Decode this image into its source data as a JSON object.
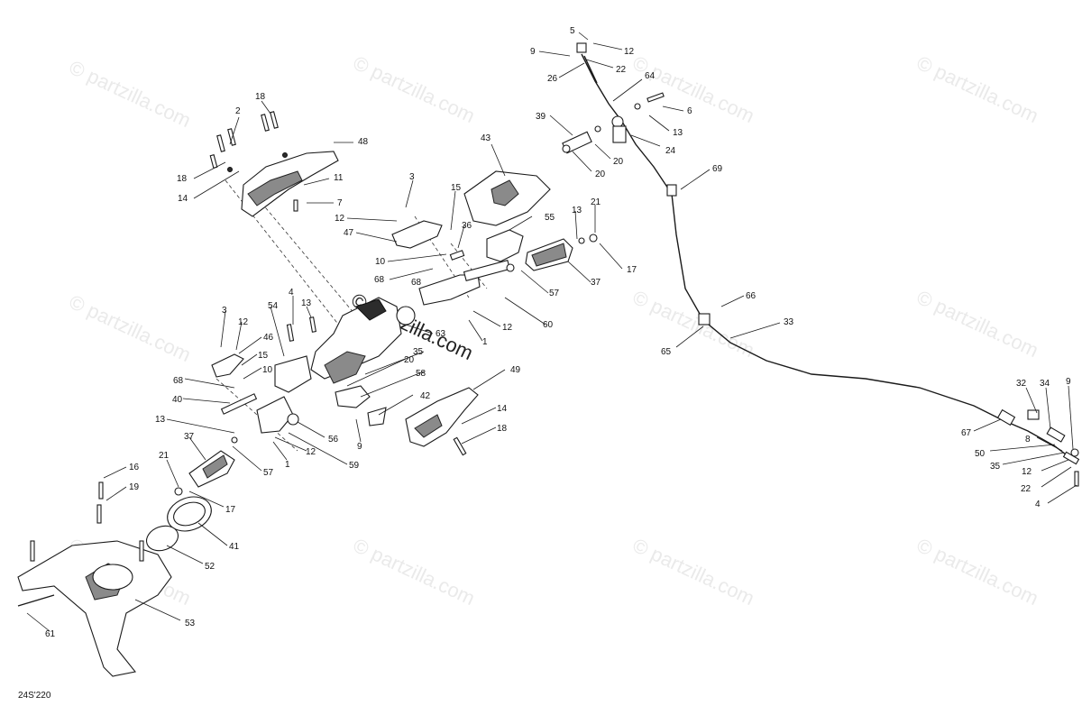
{
  "diagram_code": "24S'220",
  "watermark_text": "© partzilla.com",
  "colors": {
    "line": "#1a1a1a",
    "watermark": "#d9d9d9",
    "background": "#ffffff"
  },
  "callouts": [
    {
      "id": "c1",
      "label": "5"
    },
    {
      "id": "c2",
      "label": "12"
    },
    {
      "id": "c3",
      "label": "9"
    },
    {
      "id": "c4",
      "label": "22"
    },
    {
      "id": "c5",
      "label": "26"
    },
    {
      "id": "c6",
      "label": "64"
    },
    {
      "id": "c7",
      "label": "6"
    },
    {
      "id": "c8",
      "label": "39"
    },
    {
      "id": "c9",
      "label": "13"
    },
    {
      "id": "c10",
      "label": "24"
    },
    {
      "id": "c11",
      "label": "20"
    },
    {
      "id": "c12",
      "label": "20"
    },
    {
      "id": "c13",
      "label": "69"
    },
    {
      "id": "c14",
      "label": "43"
    },
    {
      "id": "c15",
      "label": "18"
    },
    {
      "id": "c16",
      "label": "2"
    },
    {
      "id": "c17",
      "label": "48"
    },
    {
      "id": "c18",
      "label": "18"
    },
    {
      "id": "c19",
      "label": "14"
    },
    {
      "id": "c20",
      "label": "11"
    },
    {
      "id": "c21",
      "label": "7"
    },
    {
      "id": "c22",
      "label": "3"
    },
    {
      "id": "c23",
      "label": "15"
    },
    {
      "id": "c24",
      "label": "12"
    },
    {
      "id": "c25",
      "label": "47"
    },
    {
      "id": "c26",
      "label": "36"
    },
    {
      "id": "c27",
      "label": "10"
    },
    {
      "id": "c28",
      "label": "68"
    },
    {
      "id": "c29",
      "label": "55"
    },
    {
      "id": "c30",
      "label": "13"
    },
    {
      "id": "c31",
      "label": "21"
    },
    {
      "id": "c32",
      "label": "17"
    },
    {
      "id": "c33",
      "label": "68"
    },
    {
      "id": "c34",
      "label": "57"
    },
    {
      "id": "c35",
      "label": "37"
    },
    {
      "id": "c36",
      "label": "12"
    },
    {
      "id": "c37",
      "label": "60"
    },
    {
      "id": "c38",
      "label": "1"
    },
    {
      "id": "c39",
      "label": "63"
    },
    {
      "id": "c40",
      "label": "66"
    },
    {
      "id": "c41",
      "label": "33"
    },
    {
      "id": "c42",
      "label": "65"
    },
    {
      "id": "c43",
      "label": "4"
    },
    {
      "id": "c44",
      "label": "13"
    },
    {
      "id": "c45",
      "label": "54"
    },
    {
      "id": "c46",
      "label": "3"
    },
    {
      "id": "c47",
      "label": "12"
    },
    {
      "id": "c48",
      "label": "46"
    },
    {
      "id": "c49",
      "label": "15"
    },
    {
      "id": "c50",
      "label": "10"
    },
    {
      "id": "c51",
      "label": "68"
    },
    {
      "id": "c52",
      "label": "40"
    },
    {
      "id": "c53",
      "label": "35"
    },
    {
      "id": "c54",
      "label": "20"
    },
    {
      "id": "c55",
      "label": "58"
    },
    {
      "id": "c56",
      "label": "42"
    },
    {
      "id": "c57",
      "label": "49"
    },
    {
      "id": "c58",
      "label": "14"
    },
    {
      "id": "c59",
      "label": "18"
    },
    {
      "id": "c60",
      "label": "56"
    },
    {
      "id": "c61",
      "label": "9"
    },
    {
      "id": "c62",
      "label": "13"
    },
    {
      "id": "c63",
      "label": "37"
    },
    {
      "id": "c64",
      "label": "12"
    },
    {
      "id": "c65",
      "label": "59"
    },
    {
      "id": "c66",
      "label": "1"
    },
    {
      "id": "c67",
      "label": "57"
    },
    {
      "id": "c68",
      "label": "16"
    },
    {
      "id": "c69",
      "label": "21"
    },
    {
      "id": "c70",
      "label": "19"
    },
    {
      "id": "c71",
      "label": "17"
    },
    {
      "id": "c72",
      "label": "41"
    },
    {
      "id": "c73",
      "label": "52"
    },
    {
      "id": "c74",
      "label": "53"
    },
    {
      "id": "c75",
      "label": "61"
    },
    {
      "id": "c76",
      "label": "32"
    },
    {
      "id": "c77",
      "label": "34"
    },
    {
      "id": "c78",
      "label": "9"
    },
    {
      "id": "c79",
      "label": "67"
    },
    {
      "id": "c80",
      "label": "8"
    },
    {
      "id": "c81",
      "label": "50"
    },
    {
      "id": "c82",
      "label": "35"
    },
    {
      "id": "c83",
      "label": "12"
    },
    {
      "id": "c84",
      "label": "22"
    },
    {
      "id": "c85",
      "label": "4"
    }
  ]
}
